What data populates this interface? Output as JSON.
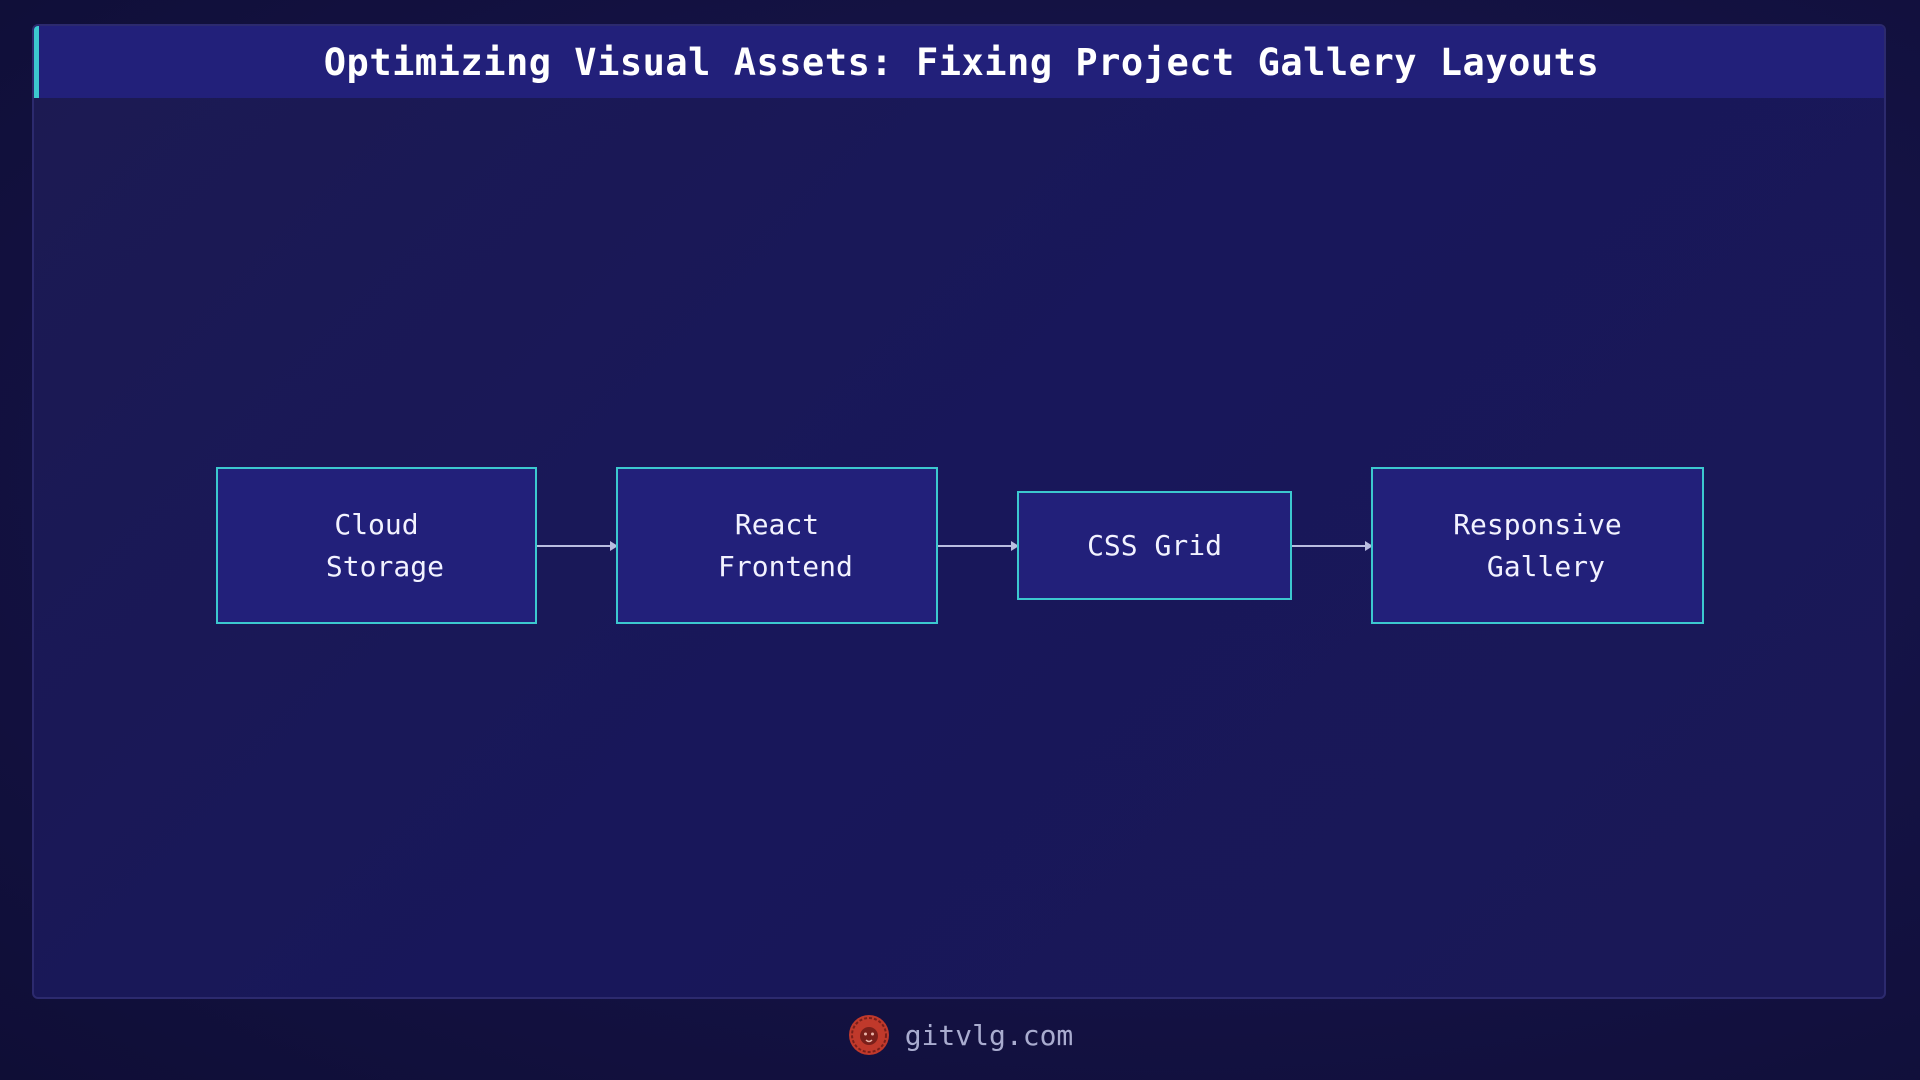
{
  "header": {
    "title": "Optimizing Visual Assets: Fixing Project Gallery Layouts"
  },
  "diagram": {
    "nodes": [
      {
        "label": "Cloud\n Storage"
      },
      {
        "label": "React\n Frontend"
      },
      {
        "label": "CSS Grid"
      },
      {
        "label": "Responsive\n Gallery"
      }
    ]
  },
  "footer": {
    "site": "gitvlg.com",
    "logo_icon": "lion-logo-icon"
  },
  "colors": {
    "background": "#141244",
    "panel": "#22207a",
    "accent": "#3cc8cf",
    "connector": "#b9bde0",
    "logo": "#c0392b"
  }
}
